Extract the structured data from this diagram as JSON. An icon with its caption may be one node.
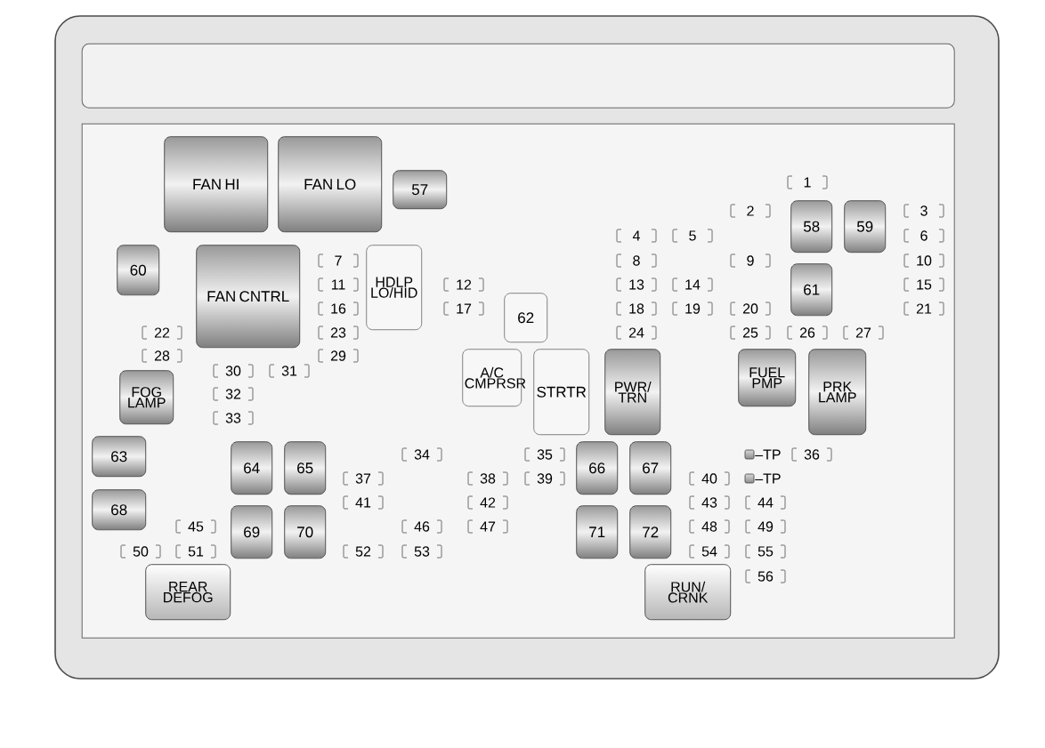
{
  "diagram": {
    "nodes": [
      {
        "text": [],
        "shape": "box"
      },
      {
        "text": [],
        "shape": "box",
        "in": 0
      },
      {
        "text": [],
        "shape": "box",
        "in": 0
      },
      {
        "text": [
          "FAN HI"
        ],
        "in": 2
      },
      {
        "text": [
          "FAN LO"
        ],
        "in": 2
      },
      {
        "text": [
          "57"
        ],
        "in": 2
      },
      {
        "text": [
          "58"
        ],
        "in": 2
      },
      {
        "text": [
          "59"
        ],
        "in": 2
      },
      {
        "text": [
          "60"
        ],
        "in": 2
      },
      {
        "text": [
          "FAN CNTRL"
        ],
        "in": 2
      },
      {
        "text": [
          "HDLP LO/HID"
        ],
        "in": 2
      },
      {
        "text": [
          "61"
        ],
        "in": 2
      },
      {
        "text": [
          "62"
        ],
        "in": 2
      },
      {
        "text": [
          "FOG LAMP"
        ],
        "in": 2
      },
      {
        "text": [
          "A/C CMPRSR"
        ],
        "in": 2
      },
      {
        "text": [
          "STRTR"
        ],
        "in": 2
      },
      {
        "text": [
          "PWR/ TRN"
        ],
        "in": 2
      },
      {
        "text": [
          "FUEL PMP"
        ],
        "in": 2
      },
      {
        "text": [
          "PRK LAMP"
        ],
        "in": 2
      },
      {
        "text": [
          "63"
        ],
        "in": 2
      },
      {
        "text": [
          "64"
        ],
        "in": 2
      },
      {
        "text": [
          "65"
        ],
        "in": 2
      },
      {
        "text": [
          "66"
        ],
        "in": 2
      },
      {
        "text": [
          "67"
        ],
        "in": 2
      },
      {
        "text": [
          "68"
        ],
        "in": 2
      },
      {
        "text": [
          "69"
        ],
        "in": 2
      },
      {
        "text": [
          "70"
        ],
        "in": 2
      },
      {
        "text": [
          "71"
        ],
        "in": 2
      },
      {
        "text": [
          "72"
        ],
        "in": 2
      },
      {
        "text": [
          "REAR DEFOG"
        ],
        "in": 2
      },
      {
        "text": [
          "RUN/ CRNK"
        ],
        "in": 2
      }
    ],
    "labels": [
      "1",
      "2",
      "3",
      "4",
      "5",
      "6",
      "7",
      "8",
      "9",
      "10",
      "11",
      "12",
      "13",
      "14",
      "15",
      "16",
      "17",
      "18",
      "19",
      "20",
      "21",
      "22",
      "23",
      "24",
      "25",
      "26",
      "27",
      "28",
      "29",
      "30",
      "31",
      "32",
      "33",
      "34",
      "35",
      "–TP",
      "36",
      "37",
      "38",
      "39",
      "40",
      "–TP",
      "41",
      "42",
      "43",
      "44",
      "45",
      "46",
      "47",
      "48",
      "49",
      "50",
      "51",
      "52",
      "53",
      "54",
      "55",
      "56"
    ]
  }
}
